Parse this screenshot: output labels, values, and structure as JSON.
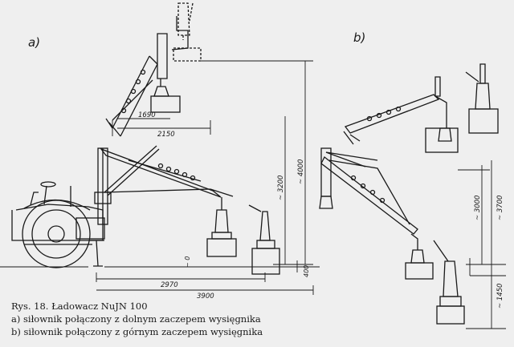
{
  "figure": {
    "panel_a_label": "a)",
    "panel_b_label": "b)",
    "dimensions_a": {
      "d1690": "1690",
      "d2150": "2150",
      "d3200": "~ 3200",
      "d4000": "~ 4000",
      "d2970": "2970",
      "d3900": "3900",
      "d0": "~ 0",
      "d400": "400"
    },
    "dimensions_b": {
      "d3000": "~ 3000",
      "d3700": "~ 3700",
      "d1450": "~ 1450"
    }
  },
  "caption": {
    "title": "Rys. 18. Ładowacz NuJN 100",
    "line_a": "a) siłownik połączony z dolnym zaczepem wysięgnika",
    "line_b": "b) siłownik połączony z górnym zaczepem wysięgnika"
  }
}
